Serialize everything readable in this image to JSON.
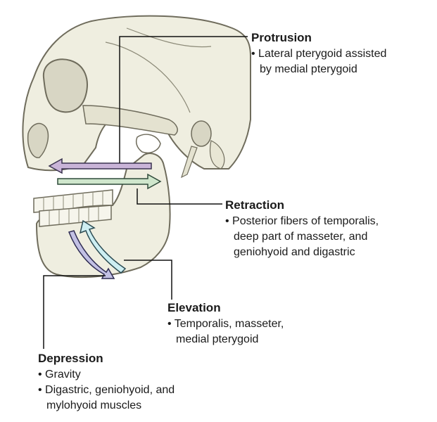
{
  "labels": {
    "protrusion": {
      "title": "Protrusion",
      "lines": [
        "• Lateral pterygoid assisted",
        "by medial pterygoid"
      ]
    },
    "retraction": {
      "title": "Retraction",
      "lines": [
        "• Posterior fibers of temporalis,",
        "deep part of masseter, and",
        "geniohyoid and digastric"
      ]
    },
    "elevation": {
      "title": "Elevation",
      "lines": [
        "• Temporalis, masseter,",
        "medial pterygoid"
      ]
    },
    "depression": {
      "title": "Depression",
      "lines": [
        "• Gravity",
        "• Digastric, geniohyoid, and",
        "mylohyoid muscles"
      ]
    }
  },
  "colors": {
    "bone_fill": "#efeee0",
    "bone_stroke": "#6f6c5c",
    "leader_line": "#111111",
    "protrusion_arrow": "#c9b4d8",
    "retraction_arrow": "#cfe6cc",
    "elevation_arrow": "#cdeef2",
    "depression_arrow": "#c2c0e4"
  }
}
